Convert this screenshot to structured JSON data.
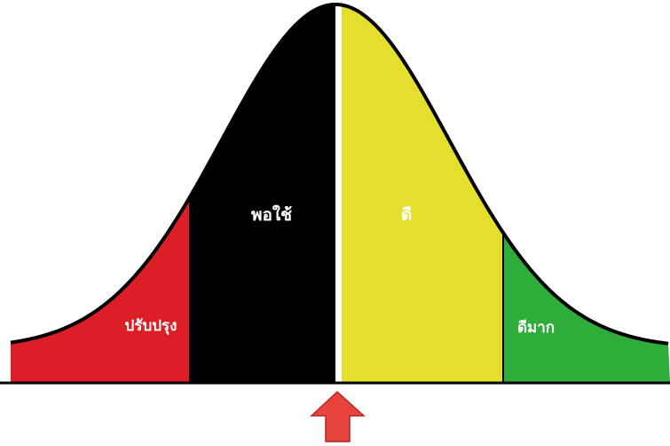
{
  "diagram": {
    "type": "bell-curve",
    "segments": [
      {
        "id": "improve",
        "label": "ปรับปรุง",
        "color": "#dc1f26"
      },
      {
        "id": "fair",
        "label": "พอใช้",
        "color": "#000000"
      },
      {
        "id": "good",
        "label": "ดี",
        "color": "#e3df2c"
      },
      {
        "id": "very_good",
        "label": "ดีมาก",
        "color": "#2fad3b"
      }
    ],
    "outline_color": "#000000",
    "baseline_color": "#000000",
    "marker": {
      "icon": "red-up-arrow-icon",
      "color": "#e8443e"
    }
  }
}
